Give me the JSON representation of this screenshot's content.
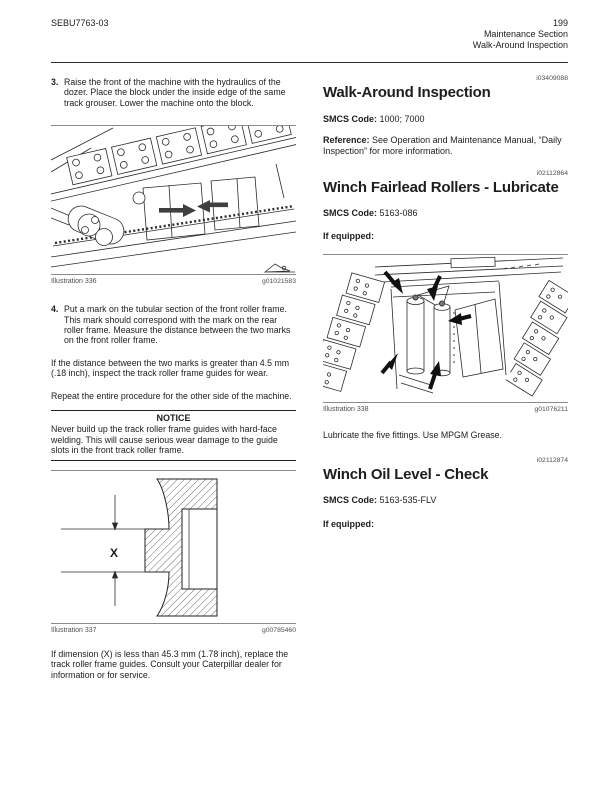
{
  "header": {
    "doc_code": "SEBU7763-03",
    "page_number": "199",
    "section": "Maintenance Section",
    "subsection": "Walk-Around Inspection"
  },
  "left": {
    "step3": {
      "num": "3.",
      "text": "Raise the front of the machine with the hydraulics of the dozer. Place the block under the inside edge of the same track grouser. Lower the machine onto the block."
    },
    "fig336": {
      "label": "Illustration 336",
      "code": "g01021583"
    },
    "step4": {
      "num": "4.",
      "text": "Put a mark on the tubular section of the front roller frame. This mark should correspond with the mark on the rear roller frame. Measure the distance between the two marks on the front roller frame."
    },
    "para_distance": "If the distance between the two marks is greater than 4.5 mm (.18 inch), inspect the track roller frame guides for wear.",
    "para_repeat": "Repeat the entire procedure for the other side of the machine.",
    "notice": {
      "title": "NOTICE",
      "text": "Never build up the track roller frame guides with hard-face welding. This will cause serious wear damage to the guide slots in the front track roller frame."
    },
    "fig337": {
      "label": "Illustration 337",
      "code": "g00785460",
      "dim": "X"
    },
    "para_dimension": "If dimension (X) is less than 45.3 mm (1.78 inch), replace the track roller frame guides. Consult your Caterpillar dealer for information or for service."
  },
  "right": {
    "a1": {
      "id": "i03409088",
      "title": "Walk-Around Inspection",
      "smcs_label": "SMCS Code:",
      "smcs": "1000; 7000",
      "ref_label": "Reference:",
      "ref_text": "See Operation and Maintenance Manual, “Daily Inspection” for more information."
    },
    "a2": {
      "id": "i02112864",
      "title": "Winch Fairlead Rollers - Lubricate",
      "smcs_label": "SMCS Code:",
      "smcs": "5163-086",
      "if_equipped": "If equipped:",
      "fig": {
        "label": "Illustration 338",
        "code": "g01076211"
      },
      "body": "Lubricate the five fittings. Use MPGM Grease."
    },
    "a3": {
      "id": "i02112874",
      "title": "Winch Oil Level - Check",
      "smcs_label": "SMCS Code:",
      "smcs": "5163-535-FLV",
      "if_equipped": "If equipped:"
    }
  }
}
